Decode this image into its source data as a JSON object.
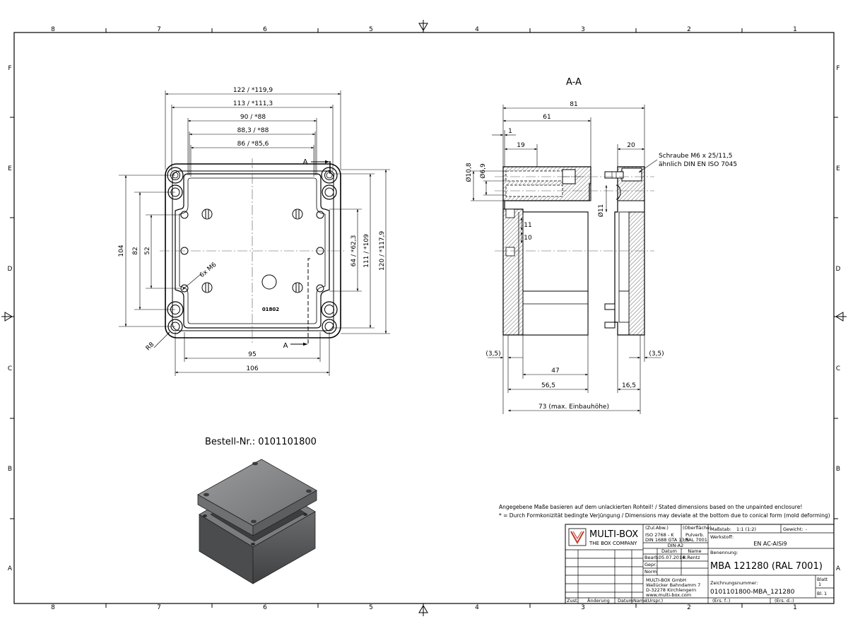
{
  "border": {
    "columns": [
      "8",
      "7",
      "6",
      "5",
      "4",
      "3",
      "2",
      "1"
    ],
    "rows": [
      "F",
      "E",
      "D",
      "C",
      "B",
      "A"
    ]
  },
  "front_view": {
    "dims_top": [
      "122 / *119,9",
      "113 / *111,3",
      "90 / *88",
      "88,3 / *88",
      "86 / *85,6"
    ],
    "dims_left": [
      "104",
      "82",
      "52"
    ],
    "dims_right": [
      "64 / *62,3",
      "111 / *109",
      "120 / *117,9"
    ],
    "dims_bottom": [
      "95",
      "106"
    ],
    "radius": "R8",
    "holes": "6x M6",
    "section_mark": "A",
    "part_code": "01802"
  },
  "section_view": {
    "title": "A-A",
    "dims_top": [
      "81",
      "61",
      "1",
      "19",
      "20"
    ],
    "dims_left": [
      "Ø10,8",
      "Ø6,9"
    ],
    "dim_bore": "Ø11",
    "dims_inner": [
      "11",
      "10"
    ],
    "dims_bottom": [
      "(3,5)",
      "(3,5)",
      "47",
      "56,5",
      "16,5",
      "73 (max. Einbauhöhe)"
    ],
    "screw_note": [
      "Schraube M6 x 25/11,5",
      "ähnlich DIN EN ISO 7045"
    ]
  },
  "order": {
    "label": "Bestell-Nr.: 0101101800"
  },
  "notes": [
    "Angegebene Maße basieren auf dem unlackierten Rohteil! / Stated dimensions based on the unpainted enclosure!",
    "* = Durch Formkonizität bedingte Verjüngung / Dimensions may deviate at the bottom due to conical form (mold deforming)"
  ],
  "title_block": {
    "brand": "MULTI-BOX",
    "tagline": "THE BOX COMPANY",
    "zul_abw": "(Zul.Abw.)",
    "std1": "ISO 2768 - K",
    "std2": "DIN 1688 GTA 13/5",
    "oberflaeche": "(Oberfläche)",
    "pulverb": "Pulverb.",
    "ral": "RAL 7001",
    "massstab_label": "Maßstab:",
    "massstab": "1:1 (1:2)",
    "gewicht_label": "Gewicht:",
    "gewicht": "-",
    "format": "DIN-A2",
    "werkstoff_label": "Werkstoff:",
    "werkstoff": "EN AC-AlSi9",
    "datum": "Datum",
    "name": "Name",
    "bearb": "Bearb.",
    "bearb_date": "05.07.2014",
    "bearb_name": "R.Rentz",
    "gepr": "Gepr.",
    "norm": "Norm",
    "benennung_label": "Benennung:",
    "benennung": "MBA 121280 (RAL 7001)",
    "company": [
      "MULTI-BOX GmbH",
      "Wallücker Bahndamm 7",
      "D-32278 Kirchlengern",
      "www.multi-box.com"
    ],
    "zeichnung_label": "Zeichnungsnummer:",
    "zeichnung": "0101101800-MBA_121280",
    "blatt": "Blatt",
    "blatt_val": "1",
    "bl": "Bl.",
    "bl_val": "1",
    "zust": "Zust.",
    "aenderung": "Änderung",
    "datum2": "Datum",
    "name2": "Name",
    "urspr": "(Urspr.)",
    "ers_f": "(Ers. f.:)",
    "ers_d": "(Ers. d.:)"
  }
}
